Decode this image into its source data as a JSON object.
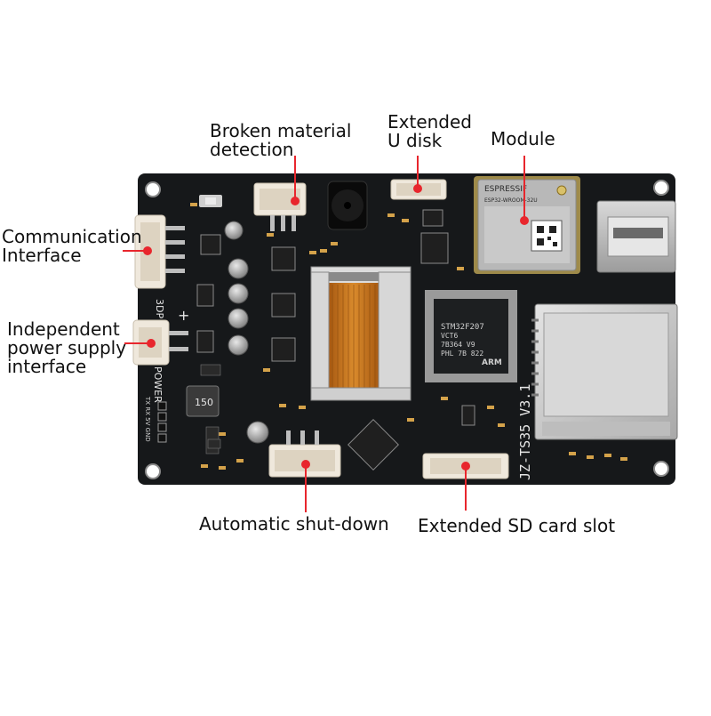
{
  "labels": {
    "broken_material": [
      "Broken material",
      "detection"
    ],
    "extended_udisk": [
      "Extended",
      "U disk"
    ],
    "module": "Module",
    "communication": [
      "Communication",
      "Interface"
    ],
    "independent_power": [
      "Independent",
      "power supply",
      "interface"
    ],
    "auto_shutdown": "Automatic shut-down",
    "extended_sd": "Extended SD card slot"
  },
  "board": {
    "model": "JZ-TS35 V3.1",
    "port_3dp": "3DP",
    "port_power": "POWER",
    "plus": "+",
    "mcu_lines": [
      "STM32F207",
      "VCT6",
      "7B364 V9",
      "PHL 7B 822"
    ],
    "mcu_brand": "ARM",
    "module_brand": "ESPRESSIF",
    "module_model": "ESP32-WROOM-32U",
    "inductor": "150",
    "pin_labels_left": "TX RX 5V GND"
  },
  "colors": {
    "pcb": "#16181a",
    "marker": "#e8262d",
    "connector": "#efe8dc",
    "ribbon": "#c8751f",
    "sd_metal": "#cfcfcf",
    "label_text": "#111111"
  }
}
